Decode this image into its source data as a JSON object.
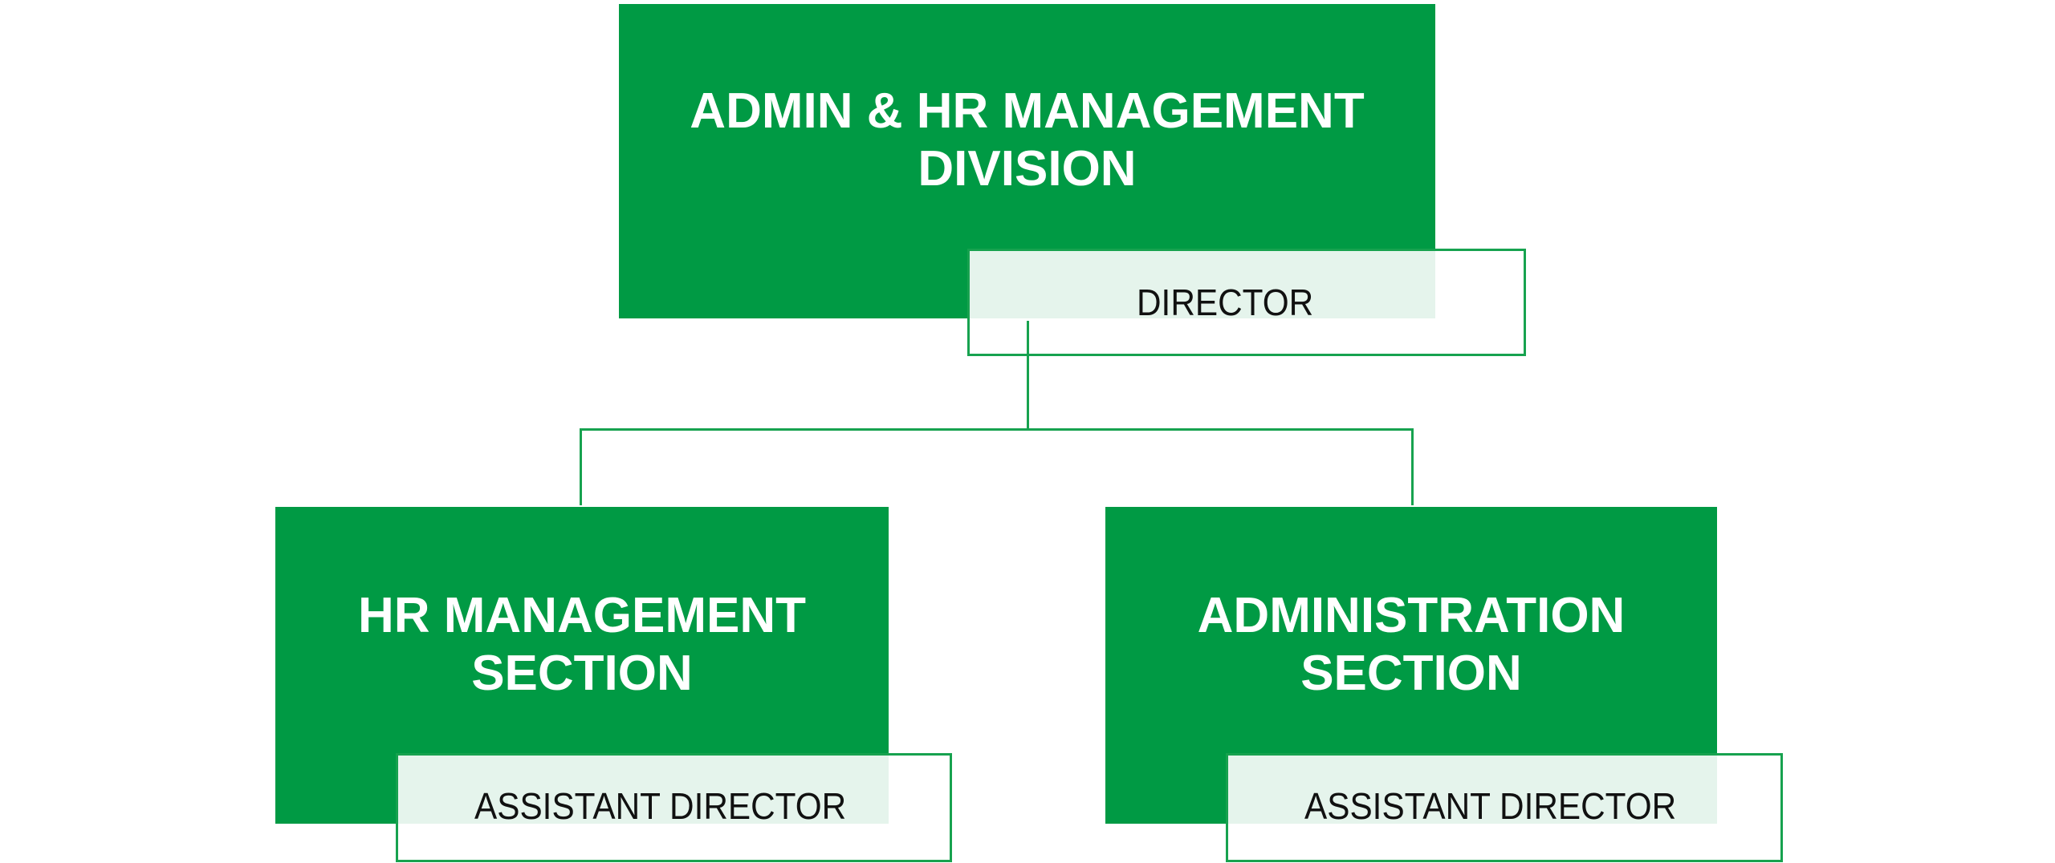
{
  "division": {
    "title_line1": "ADMIN & HR MANAGEMENT",
    "title_line2": "DIVISION",
    "role": "DIRECTOR"
  },
  "sections": [
    {
      "title_line1": "HR MANAGEMENT",
      "title_line2": "SECTION",
      "role": "ASSISTANT DIRECTOR"
    },
    {
      "title_line1": "ADMINISTRATION",
      "title_line2": "SECTION",
      "role": "ASSISTANT DIRECTOR"
    }
  ],
  "colors": {
    "primary": "#009a44",
    "tint": "#e5f4ec",
    "line": "#17a24f"
  }
}
